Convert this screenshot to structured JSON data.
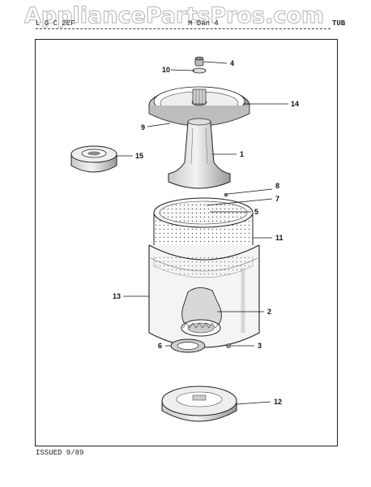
{
  "watermark": "AppliancePartsPros.com",
  "header": {
    "left": "L G C 2EF",
    "middle": "M Dan 4",
    "right": "TUB"
  },
  "footer": {
    "issued": "ISSUED 9/89"
  },
  "callouts": [
    {
      "id": "1",
      "label": "1"
    },
    {
      "id": "2",
      "label": "2"
    },
    {
      "id": "3",
      "label": "3"
    },
    {
      "id": "4",
      "label": "4"
    },
    {
      "id": "5",
      "label": "5"
    },
    {
      "id": "6",
      "label": "6"
    },
    {
      "id": "7",
      "label": "7"
    },
    {
      "id": "8",
      "label": "8"
    },
    {
      "id": "9",
      "label": "9"
    },
    {
      "id": "10",
      "label": "10"
    },
    {
      "id": "11",
      "label": "11"
    },
    {
      "id": "12",
      "label": "12"
    },
    {
      "id": "13",
      "label": "13"
    },
    {
      "id": "14",
      "label": "14"
    },
    {
      "id": "15",
      "label": "15"
    }
  ]
}
